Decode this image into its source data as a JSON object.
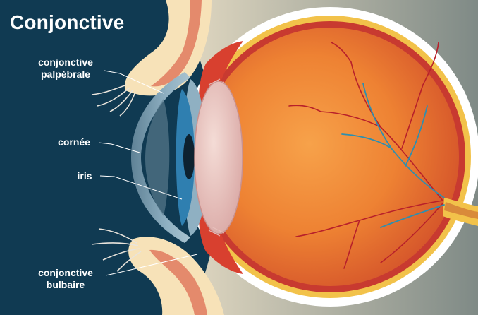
{
  "title": "Conjonctive",
  "labels": {
    "palpebral": [
      "conjonctive",
      "palpébrale"
    ],
    "cornea": "cornée",
    "iris": "iris",
    "bulbar": [
      "conjonctive",
      "bulbaire"
    ]
  },
  "colors": {
    "background": "#103a52",
    "label_text": "#ffffff",
    "eyeball": "#e8782e",
    "sclera_rim": "#f2c24a",
    "eyelid_skin": "#f7e2b8",
    "lid_inner": "#d8644a",
    "cornea": "#7a9cb0",
    "iris": "#2f7fb0",
    "vessels_artery": "#c2262b",
    "vessels_vein": "#2d8fb0"
  }
}
